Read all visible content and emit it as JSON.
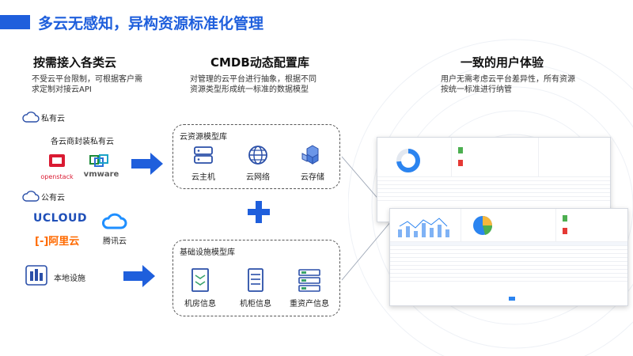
{
  "page": {
    "title": "多云无感知，异构资源标准化管理"
  },
  "columns": [
    {
      "heading": "按需接入各类云",
      "desc_lines": [
        "不受云平台限制，可根据客户需",
        "求定制对接云API"
      ]
    },
    {
      "heading": "CMDB动态配置库",
      "desc_lines": [
        "对管理的云平台进行抽象，根据不同",
        "资源类型形成统一标准的数据模型"
      ]
    },
    {
      "heading": "一致的用户体验",
      "desc_lines": [
        "用户无需考虑云平台差异性，所有资源",
        "按统一标准进行纳管"
      ]
    }
  ],
  "sources": {
    "private": {
      "label": "私有云",
      "sub": "各云商封装私有云",
      "logos": [
        "openstack",
        "vmware"
      ]
    },
    "public": {
      "label": "公有云",
      "logos": [
        "UCLOUD",
        "阿里云",
        "腾讯云"
      ]
    },
    "local": {
      "label": "本地设施"
    }
  },
  "cloud_model": {
    "title": "云资源模型库",
    "items": [
      {
        "label": "云主机",
        "icon": "server-icon"
      },
      {
        "label": "云网络",
        "icon": "globe-icon"
      },
      {
        "label": "云存储",
        "icon": "storage-cubes-icon"
      }
    ]
  },
  "infra_model": {
    "title": "基础设施模型库",
    "items": [
      {
        "label": "机房信息",
        "icon": "datacenter-icon"
      },
      {
        "label": "机柜信息",
        "icon": "cabinet-icon"
      },
      {
        "label": "重资产信息",
        "icon": "heavy-asset-icon"
      }
    ]
  },
  "colors": {
    "accent": "#1f5fdc",
    "arrow": "#1f5fdc",
    "openstack": "#da1a32",
    "ucloud": "#1f4fb8",
    "aliyun": "#ff6a00",
    "tencent": "#1f8fff"
  }
}
